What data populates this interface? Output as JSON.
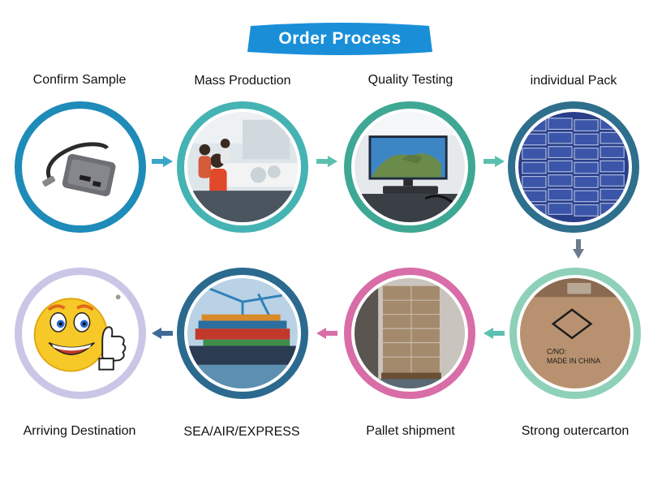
{
  "header": {
    "title": "Order Process"
  },
  "steps": [
    {
      "label": "Confirm Sample"
    },
    {
      "label": "Mass Production"
    },
    {
      "label": "Quality Testing"
    },
    {
      "label": "individual Pack"
    },
    {
      "label": "Strong outercarton"
    },
    {
      "label": "Pallet shipment"
    },
    {
      "label": "SEA/AIR/EXPRESS"
    },
    {
      "label": "Arriving Destination"
    }
  ],
  "carton_text": {
    "line1": "C/NO:",
    "line2": "MADE IN CHINA"
  },
  "colors": {
    "banner": "#1a8fd8",
    "ring_sample": "#1e8bb8",
    "ring_production": "#45b3b3",
    "ring_testing": "#3fa894",
    "ring_pack": "#2d6f8c",
    "ring_carton": "#8ed1b8",
    "ring_pallet": "#d86da8",
    "ring_ship": "#2b6a8e",
    "ring_arrive": "#c9c6e6",
    "arrow_cyan": "#3ba6c9",
    "arrow_teal": "#5cc0b0",
    "arrow_gray": "#6a7c8c",
    "arrow_pink": "#d86da8",
    "arrow_navy": "#3f6a96"
  }
}
